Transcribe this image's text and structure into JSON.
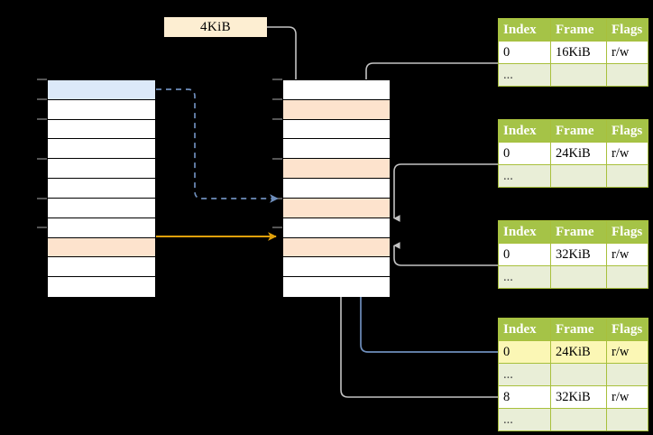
{
  "diagram": {
    "title": "page-table-walk-diagram",
    "size_label": "4KiB",
    "colors": {
      "header_green": "#a5c347",
      "alt_row": "#e9eed7",
      "highlight_yellow": "#fbf7b5",
      "peach": "#fde3cd",
      "blue_row": "#dce9f9",
      "orange_arrow": "#e8a200",
      "blue_arrow": "#6f8fbe",
      "gray_arrow": "#c0c0c0"
    }
  },
  "virtual_memory": {
    "name": "virtual-address-space-column",
    "row_count": 11,
    "rows": [
      {
        "fill": "blue"
      },
      {
        "fill": "white"
      },
      {
        "fill": "white"
      },
      {
        "fill": "white"
      },
      {
        "fill": "white"
      },
      {
        "fill": "white"
      },
      {
        "fill": "white"
      },
      {
        "fill": "white"
      },
      {
        "fill": "peach"
      },
      {
        "fill": "white"
      },
      {
        "fill": "white"
      }
    ]
  },
  "physical_memory": {
    "name": "physical-memory-column",
    "row_count": 11,
    "rows": [
      {
        "fill": "white"
      },
      {
        "fill": "peach"
      },
      {
        "fill": "white"
      },
      {
        "fill": "white"
      },
      {
        "fill": "peach"
      },
      {
        "fill": "white"
      },
      {
        "fill": "peach"
      },
      {
        "fill": "white"
      },
      {
        "fill": "peach"
      },
      {
        "fill": "white"
      },
      {
        "fill": "white"
      }
    ]
  },
  "tables": [
    {
      "name": "page-table-level-1",
      "headers": [
        "Index",
        "Frame",
        "Flags"
      ],
      "rows": [
        {
          "cells": [
            "0",
            "16KiB",
            "r/w"
          ],
          "alt": false,
          "highlight": false
        },
        {
          "cells": [
            "...",
            "",
            ""
          ],
          "alt": true,
          "highlight": false
        }
      ]
    },
    {
      "name": "page-table-level-2",
      "headers": [
        "Index",
        "Frame",
        "Flags"
      ],
      "rows": [
        {
          "cells": [
            "0",
            "24KiB",
            "r/w"
          ],
          "alt": false,
          "highlight": false
        },
        {
          "cells": [
            "...",
            "",
            ""
          ],
          "alt": true,
          "highlight": false
        }
      ]
    },
    {
      "name": "page-table-level-3",
      "headers": [
        "Index",
        "Frame",
        "Flags"
      ],
      "rows": [
        {
          "cells": [
            "0",
            "32KiB",
            "r/w"
          ],
          "alt": false,
          "highlight": false
        },
        {
          "cells": [
            "...",
            "",
            ""
          ],
          "alt": true,
          "highlight": false
        }
      ]
    },
    {
      "name": "page-table-level-4",
      "headers": [
        "Index",
        "Frame",
        "Flags"
      ],
      "rows": [
        {
          "cells": [
            "0",
            "24KiB",
            "r/w"
          ],
          "alt": false,
          "highlight": true
        },
        {
          "cells": [
            "...",
            "",
            ""
          ],
          "alt": true,
          "highlight": false
        },
        {
          "cells": [
            "8",
            "32KiB",
            "r/w"
          ],
          "alt": false,
          "highlight": false
        },
        {
          "cells": [
            "...",
            "",
            ""
          ],
          "alt": true,
          "highlight": false
        }
      ]
    }
  ]
}
